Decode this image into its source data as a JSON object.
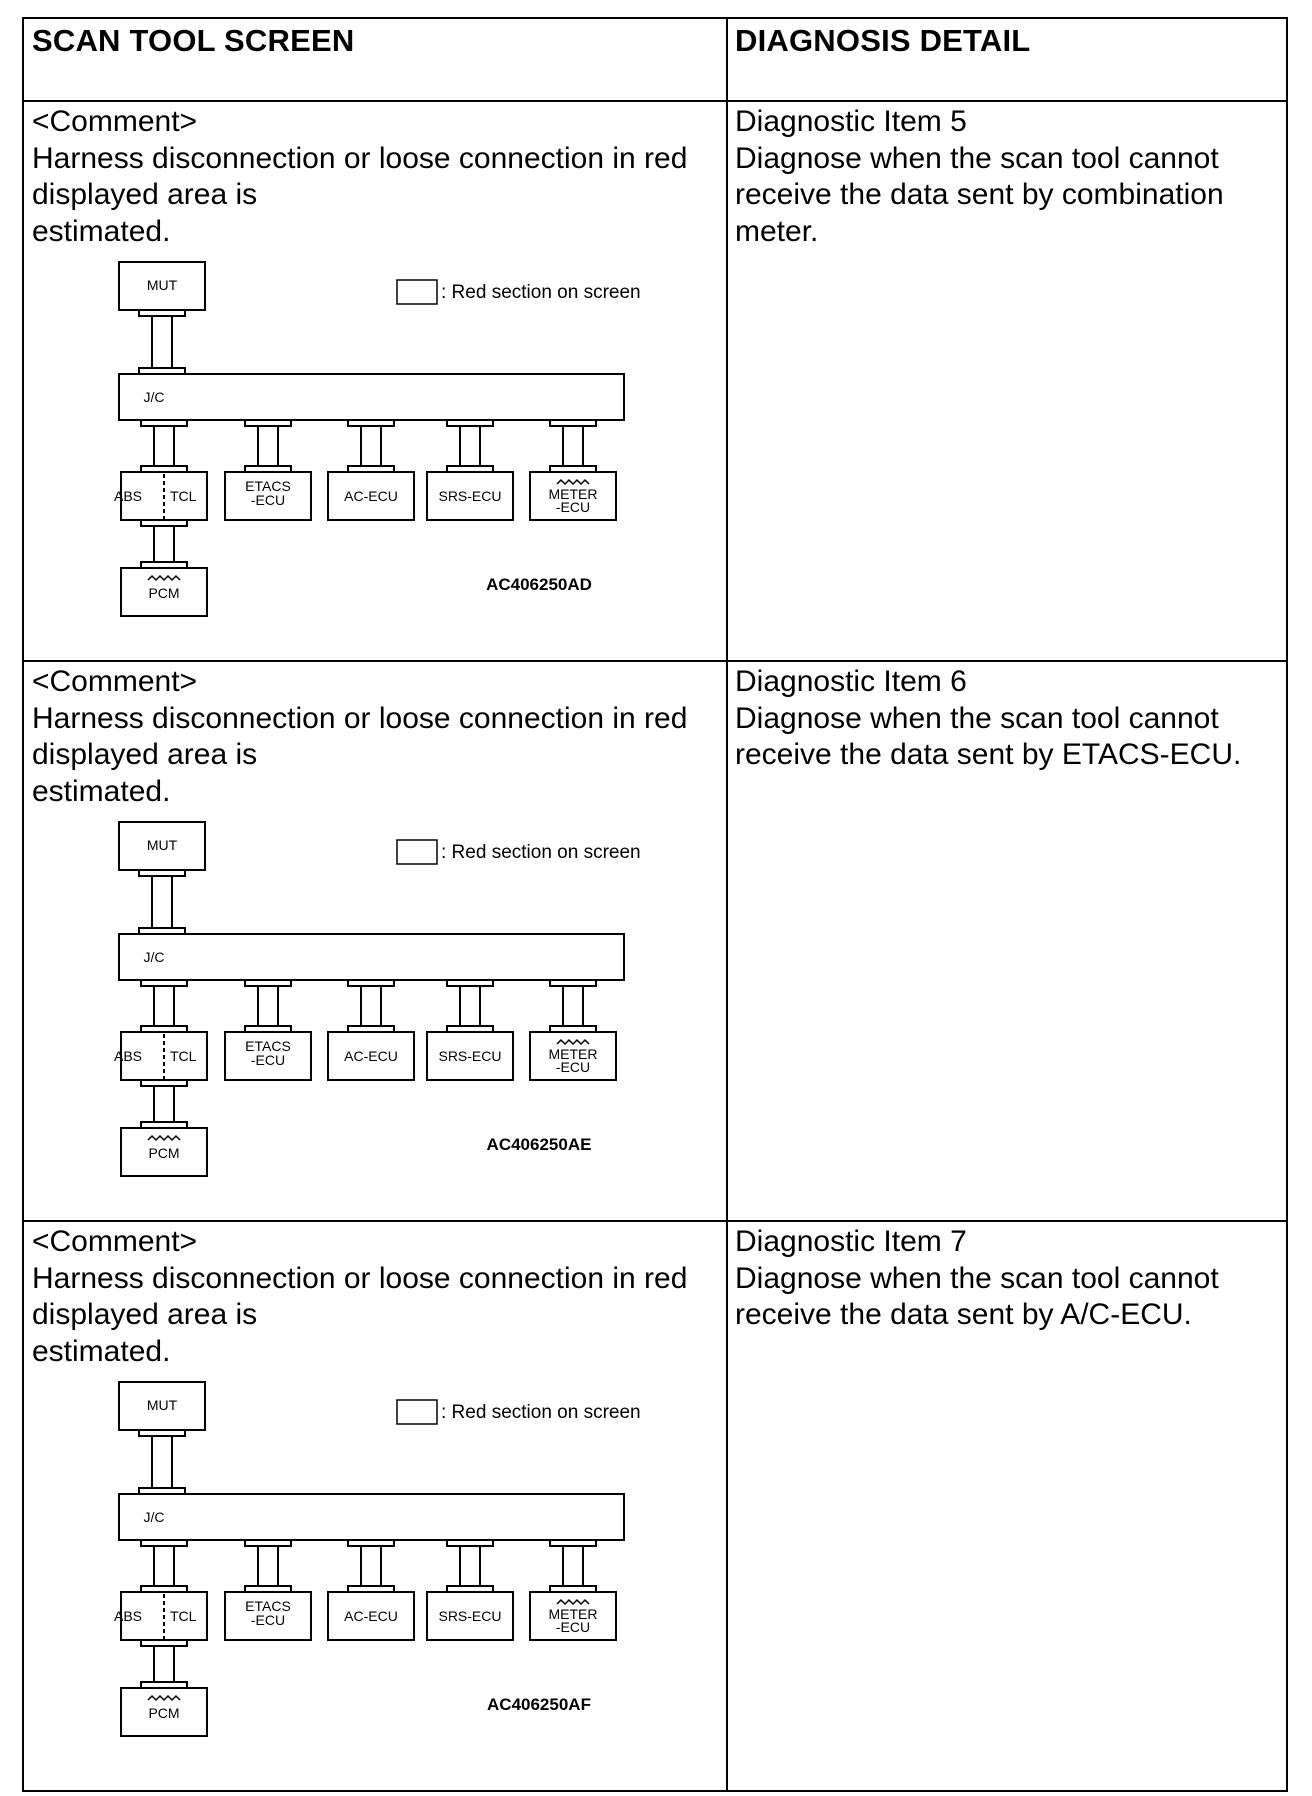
{
  "headers": {
    "left": "SCAN TOOL SCREEN",
    "right": "DIAGNOSIS DETAIL"
  },
  "rows": [
    {
      "comment_lines": [
        "<Comment>",
        "Harness disconnection or loose connection in red",
        "displayed area is",
        "estimated."
      ],
      "detail_lines": [
        "Diagnostic Item 5",
        "Diagnose when the scan tool cannot",
        "receive the data sent by combination",
        "meter."
      ],
      "diagram": {
        "legend": ": Red section on screen",
        "mut": "MUT",
        "jc": "J/C",
        "abs_a": "ABS",
        "abs_b": "TCL",
        "etacs_a": "ETACS",
        "etacs_b": "-ECU",
        "ac": "AC-ECU",
        "srs": "SRS-ECU",
        "meter_a": "METER",
        "meter_b": "-ECU",
        "pcm": "PCM",
        "figure_id": "AC406250AD"
      }
    },
    {
      "comment_lines": [
        "<Comment>",
        "Harness disconnection or loose connection in red",
        "displayed area is",
        "estimated."
      ],
      "detail_lines": [
        "Diagnostic Item 6",
        "Diagnose when the scan tool cannot",
        "receive the data sent by ETACS-ECU."
      ],
      "diagram": {
        "legend": ": Red section on screen",
        "mut": "MUT",
        "jc": "J/C",
        "abs_a": "ABS",
        "abs_b": "TCL",
        "etacs_a": "ETACS",
        "etacs_b": "-ECU",
        "ac": "AC-ECU",
        "srs": "SRS-ECU",
        "meter_a": "METER",
        "meter_b": "-ECU",
        "pcm": "PCM",
        "figure_id": "AC406250AE"
      }
    },
    {
      "comment_lines": [
        "<Comment>",
        "Harness disconnection or loose connection in red",
        "displayed area is",
        "estimated."
      ],
      "detail_lines": [
        "Diagnostic Item 7",
        "Diagnose when the scan tool cannot",
        "receive the data sent by A/C-ECU."
      ],
      "diagram": {
        "legend": ": Red section on screen",
        "mut": "MUT",
        "jc": "J/C",
        "abs_a": "ABS",
        "abs_b": "TCL",
        "etacs_a": "ETACS",
        "etacs_b": "-ECU",
        "ac": "AC-ECU",
        "srs": "SRS-ECU",
        "meter_a": "METER",
        "meter_b": "-ECU",
        "pcm": "PCM",
        "figure_id": "AC406250AF"
      }
    }
  ]
}
